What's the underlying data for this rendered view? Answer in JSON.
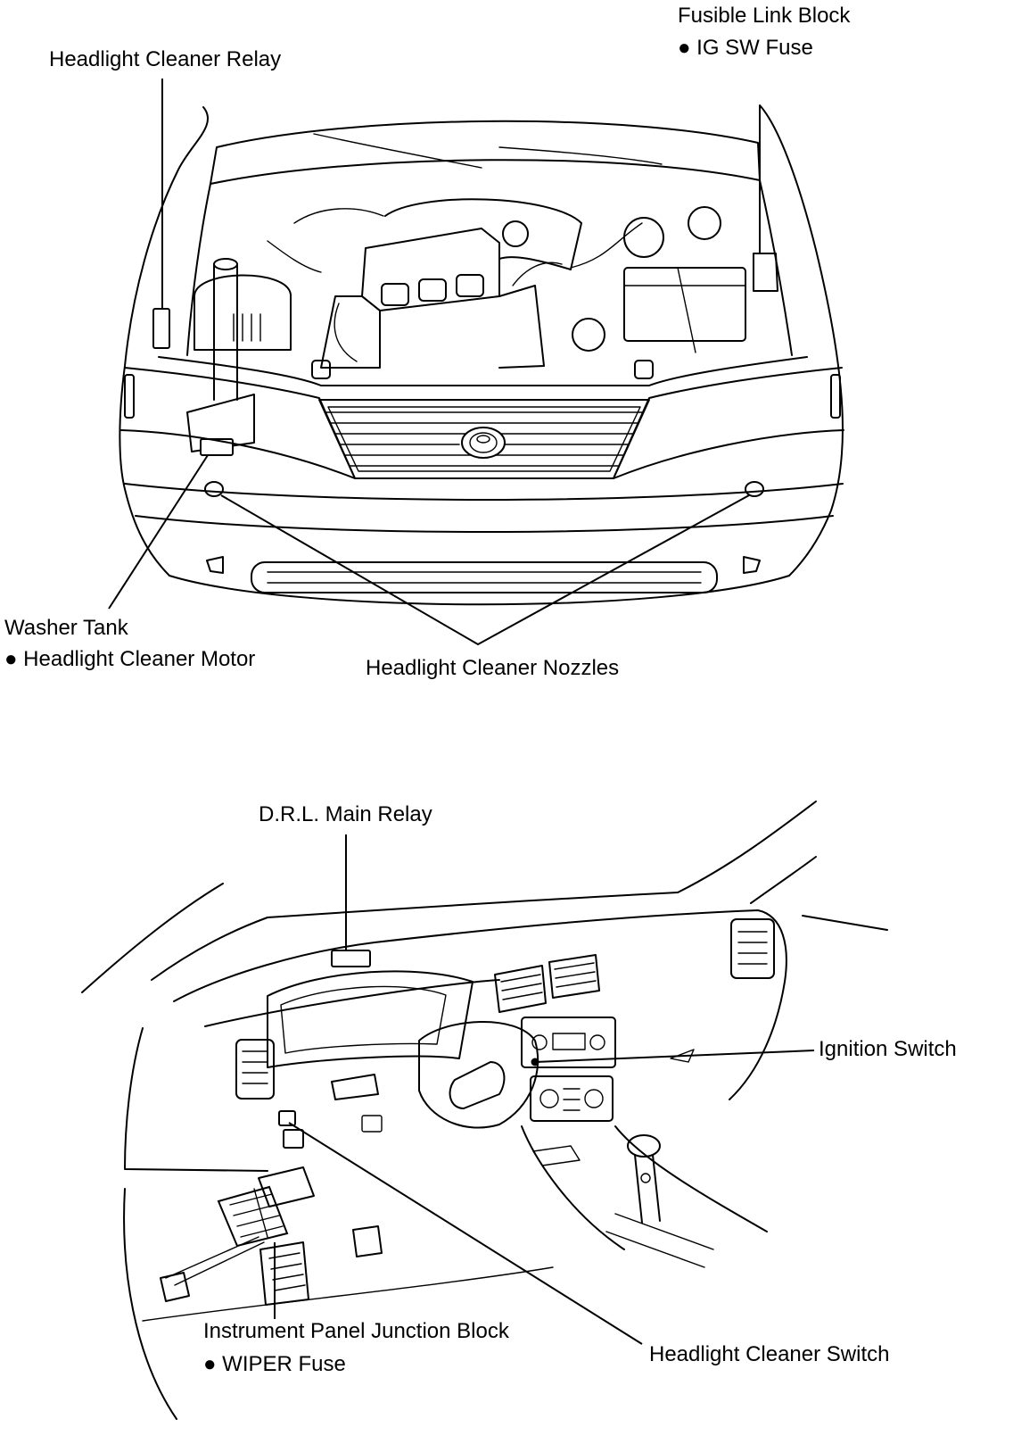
{
  "engine_bay_view": {
    "labels": {
      "headlight_cleaner_relay": "Headlight Cleaner Relay",
      "fusible_link_block": "Fusible Link Block",
      "ig_sw_fuse": "● IG SW Fuse",
      "washer_tank": "Washer Tank",
      "headlight_cleaner_motor": "● Headlight Cleaner Motor",
      "headlight_cleaner_nozzles": "Headlight Cleaner Nozzles"
    }
  },
  "instrument_panel_view": {
    "labels": {
      "drl_main_relay": "D.R.L. Main Relay",
      "ignition_switch": "Ignition Switch",
      "instrument_panel_junction_block": "Instrument Panel Junction Block",
      "wiper_fuse": "● WIPER Fuse",
      "headlight_cleaner_switch": "Headlight Cleaner Switch"
    }
  },
  "colors": {
    "ink": "#000000",
    "background": "#ffffff"
  }
}
